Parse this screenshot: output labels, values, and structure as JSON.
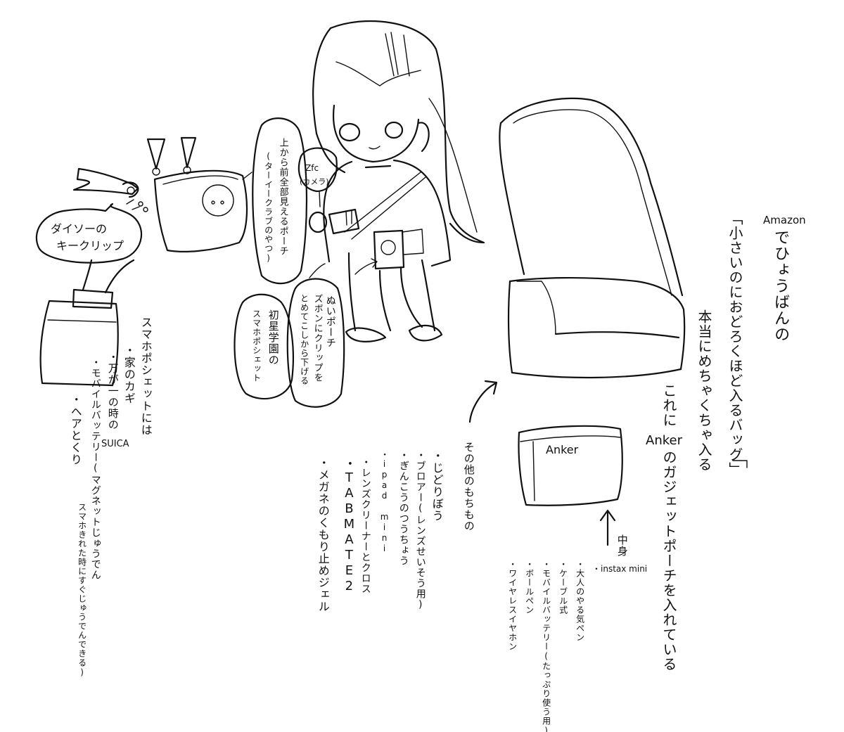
{
  "notes": {
    "keyclip_bubble": [
      "ダイソーの",
      "キークリップ"
    ],
    "pouch_bubble": [
      "上から前全部見えるポーチ",
      "(ターイークラブのやつ)"
    ],
    "camera_label": [
      "Zfc",
      "(カメラ)"
    ],
    "nui_pouch": [
      "ぬいポーチ",
      "ズボンにクリップを",
      "とめてこしから下げる"
    ],
    "phone_pochette_bubble": [
      "初星学園の",
      "スマホポシェット"
    ],
    "phone_contents_heading": "スマホポシェットには",
    "phone_contents": [
      "・家のカギ",
      "・万が一の時の",
      "SUICA",
      "・モバイルバッテリー(マグネットじゅうでん",
      "スマホきれた時にすぐじゅうでんできる)",
      "・ヘアとくり"
    ],
    "bag_title": [
      "Amazon",
      "でひょうばんの"
    ],
    "bag_quote": "「小さいのにおどろくほど入るバッグ」",
    "bag_comment": "本当にめちゃくちゃ入る",
    "anker_line1": "これに",
    "anker_word": "Anker",
    "anker_line2": "のガジェットポーチを入れている",
    "anker_pouch_logo": "Anker",
    "inside_label": "中身",
    "inside_items": [
      "・instax mini",
      "・大人のやる気ペン",
      "・ケーブル式",
      "・モバイルバッテリー(たっぷり使う用)",
      "・ボールペン",
      "・ワイヤレスイヤホン"
    ],
    "other_heading": "その他のもちもの",
    "other_items": [
      "・じどりぼう",
      "・ブロアー(レンズせいそう用)",
      "・ぎんこうのつうちょう",
      "・ipad mini",
      "・レンズクリーナーとクロス",
      "・TABMATE2",
      "・メガネのくもり止めジェル"
    ]
  }
}
